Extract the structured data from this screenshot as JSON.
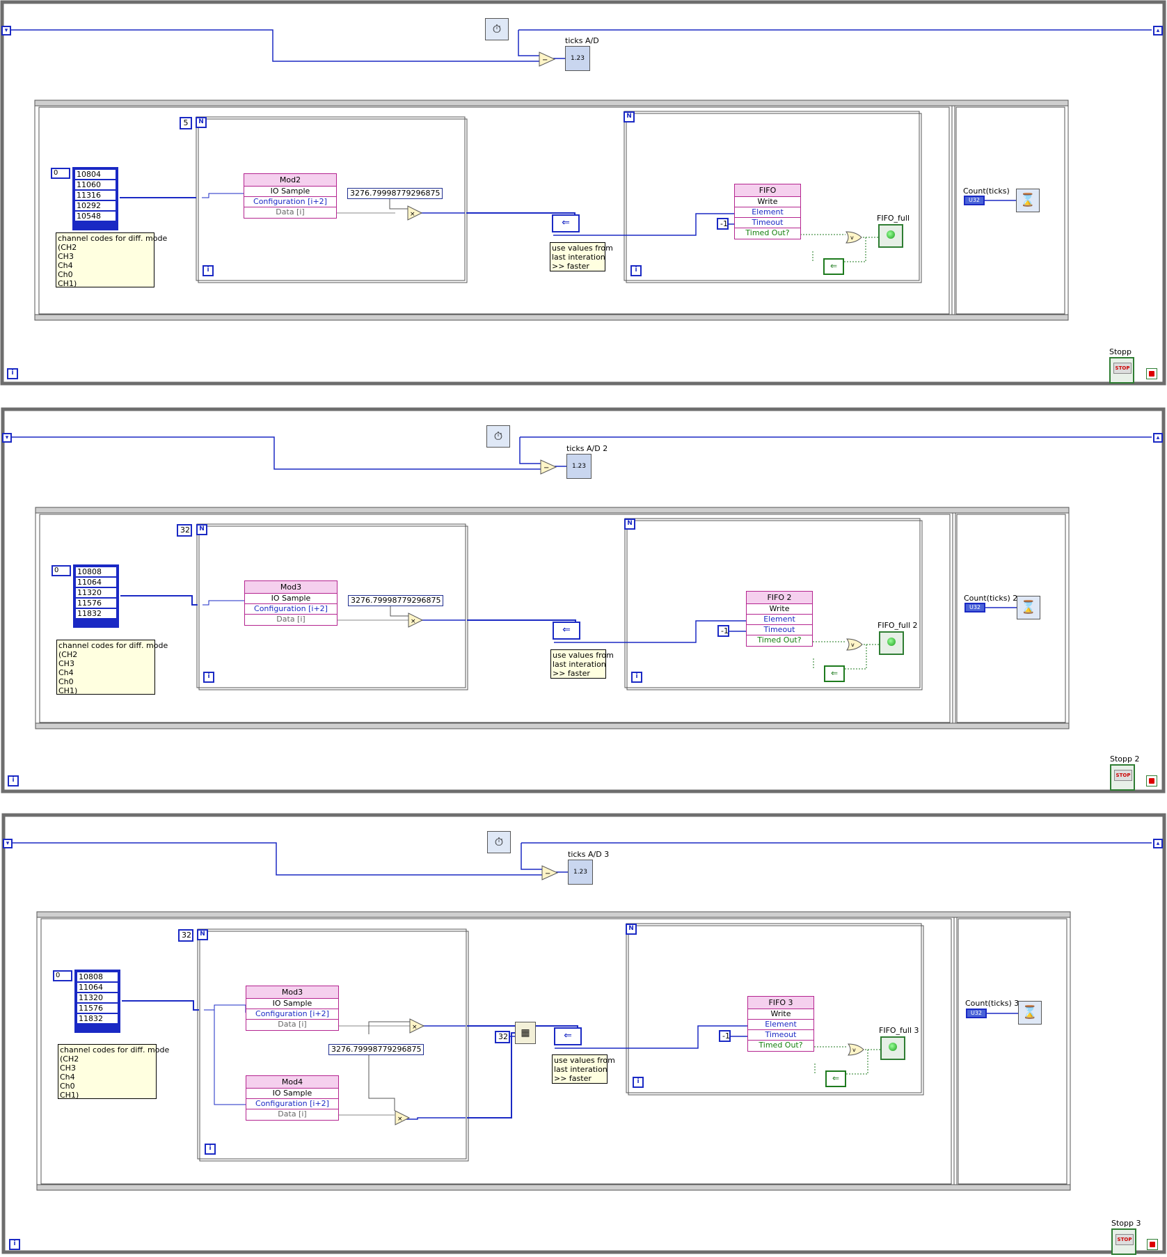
{
  "panels": [
    {
      "timer_label": "ticks A/D",
      "loop_count": "5",
      "array_index": "0",
      "channel_codes": [
        "10804",
        "11060",
        "11316",
        "10292",
        "10548"
      ],
      "note_channels": "channel codes for diff. mode\n(CH2\nCH3\nCh4\nCh0\nCH1)",
      "modules": [
        {
          "name": "Mod2",
          "io": "IO Sample",
          "config": "Configuration [i+2]",
          "data": "Data [i]"
        }
      ],
      "scale": "3276.79998779296875",
      "note_shift": "use values from\nlast interation\n>> faster",
      "fifo": {
        "name": "FIFO",
        "write": "Write",
        "element": "Element",
        "timeout": "Timeout",
        "timed_out": "Timed Out?"
      },
      "timeout_const": "-1",
      "fifo_full": "FIFO_full",
      "count_label": "Count(ticks)",
      "stop_label": "Stopp",
      "u32": "U32",
      "n_term": "N",
      "i_term": "i"
    },
    {
      "timer_label": "ticks A/D 2",
      "loop_count": "32",
      "array_index": "0",
      "channel_codes": [
        "10808",
        "11064",
        "11320",
        "11576",
        "11832"
      ],
      "note_channels": "channel codes for diff. mode\n(CH2\nCH3\nCh4\nCh0\nCH1)",
      "modules": [
        {
          "name": "Mod3",
          "io": "IO Sample",
          "config": "Configuration [i+2]",
          "data": "Data [i]"
        }
      ],
      "scale": "3276.79998779296875",
      "note_shift": "use values from\nlast interation\n>> faster",
      "fifo": {
        "name": "FIFO 2",
        "write": "Write",
        "element": "Element",
        "timeout": "Timeout",
        "timed_out": "Timed Out?"
      },
      "timeout_const": "-1",
      "fifo_full": "FIFO_full 2",
      "count_label": "Count(ticks) 2",
      "stop_label": "Stopp 2",
      "u32": "U32",
      "n_term": "N",
      "i_term": "i"
    },
    {
      "timer_label": "ticks A/D 3",
      "loop_count": "32",
      "array_index": "0",
      "channel_codes": [
        "10808",
        "11064",
        "11320",
        "11576",
        "11832"
      ],
      "note_channels": "channel codes for diff. mode\n(CH2\nCH3\nCh4\nCh0\nCH1)",
      "modules": [
        {
          "name": "Mod3",
          "io": "IO Sample",
          "config": "Configuration [i+2]",
          "data": "Data [i]"
        },
        {
          "name": "Mod4",
          "io": "IO Sample",
          "config": "Configuration [i+2]",
          "data": "Data [i]"
        }
      ],
      "scale": "3276.79998779296875",
      "reshape_const": "32",
      "note_shift": "use values from\nlast interation\n>> faster",
      "fifo": {
        "name": "FIFO 3",
        "write": "Write",
        "element": "Element",
        "timeout": "Timeout",
        "timed_out": "Timed Out?"
      },
      "timeout_const": "-1",
      "fifo_full": "FIFO_full 3",
      "count_label": "Count(ticks) 3",
      "stop_label": "Stopp 3",
      "u32": "U32",
      "n_term": "N",
      "i_term": "i"
    }
  ],
  "colors": {
    "loop_border": "#707070",
    "wire_blue": "#1a29c4",
    "wire_green": "#1d7a1d",
    "node_pink": "#f5d0ee",
    "note_yellow": "#ffffe0"
  }
}
